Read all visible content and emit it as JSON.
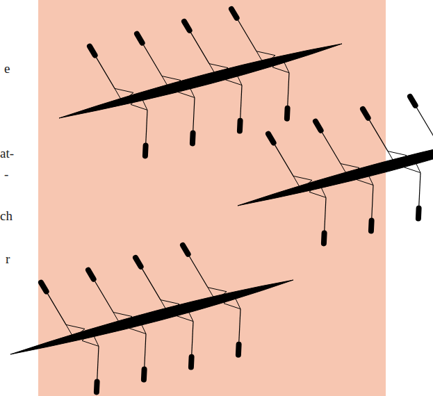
{
  "diagram": {
    "labels": [
      "e",
      "at-",
      "-",
      "ch",
      "r"
    ]
  }
}
